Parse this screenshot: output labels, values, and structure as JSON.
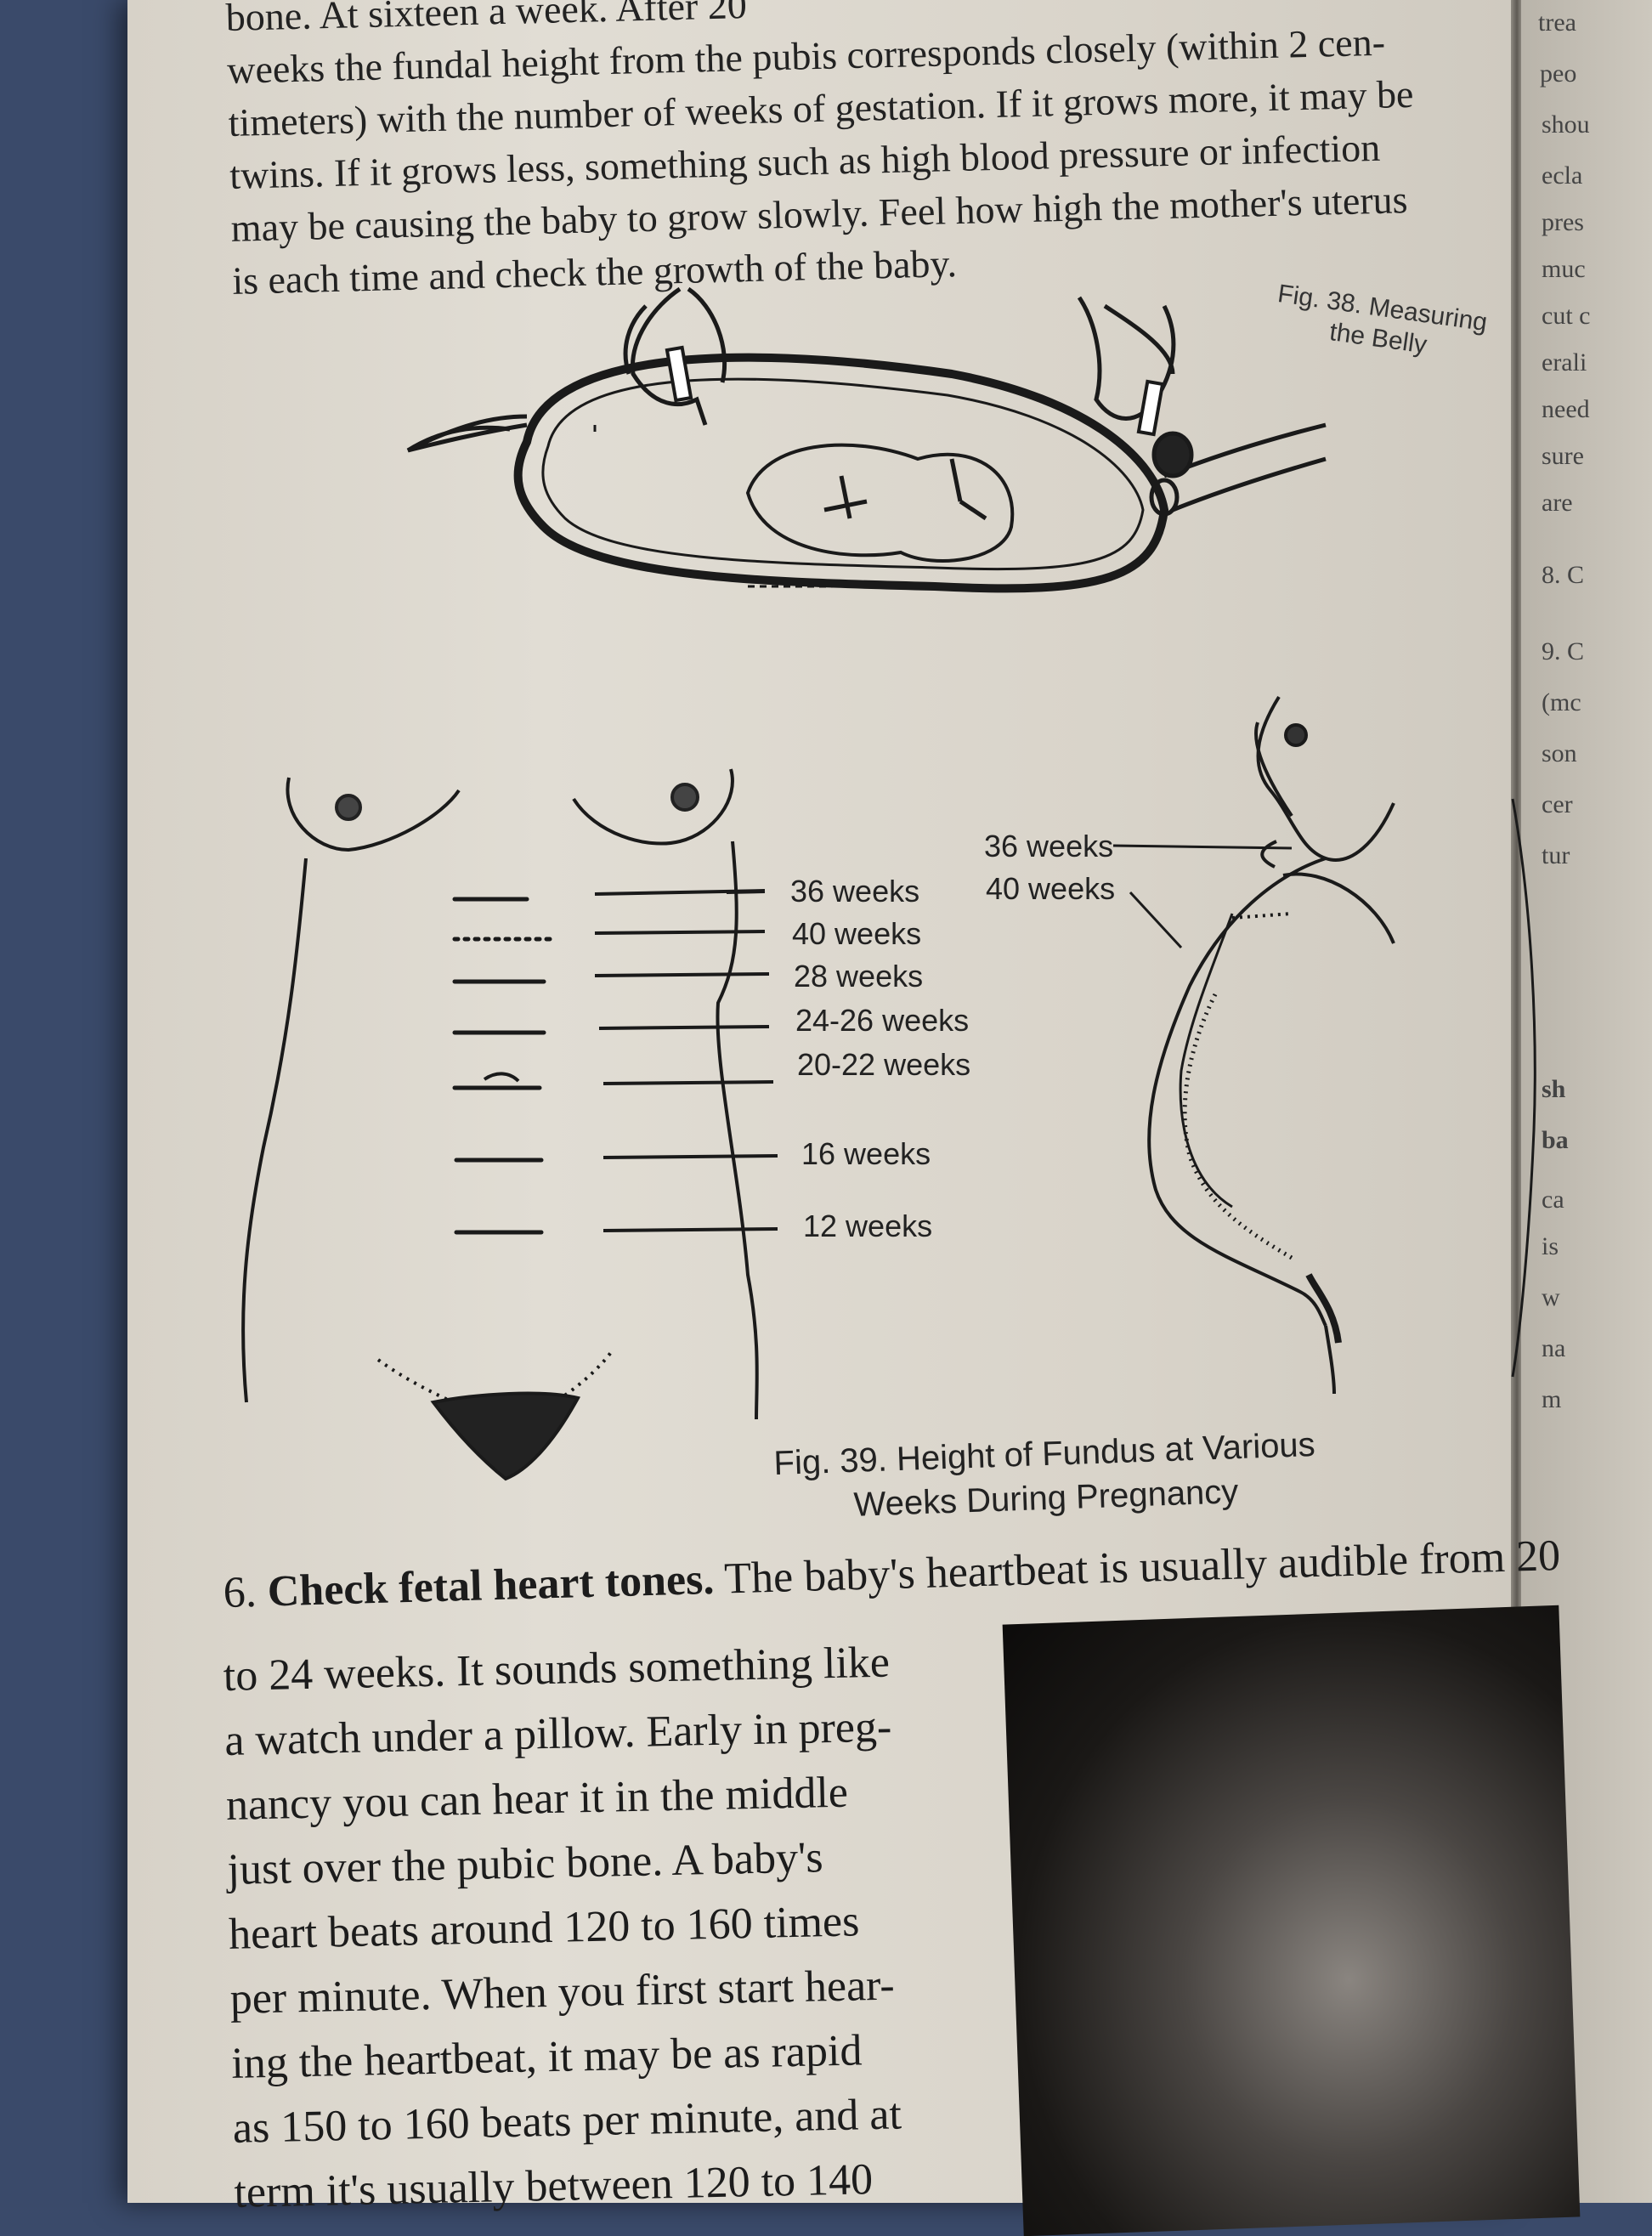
{
  "top_paragraph": {
    "lines": [
      "bone. At sixteen                                                         a week. After 20",
      "weeks the fundal height from the pubis corresponds closely (within 2 cen-",
      "timeters) with the number of weeks of gestation. If it grows more, it may be",
      "twins. If it grows less, something such as high blood pressure or infection",
      "may be causing the baby to grow slowly. Feel how high the mother's uterus",
      "is each time and check the growth of the baby."
    ]
  },
  "fig38": {
    "caption_line1": "Fig. 38. Measuring",
    "caption_line2": "the Belly"
  },
  "fig39": {
    "front_labels": [
      "36 weeks",
      "40 weeks",
      "28 weeks",
      "24-26 weeks",
      "20-22 weeks",
      "16 weeks",
      "12 weeks"
    ],
    "side_labels": [
      "36 weeks",
      "40 weeks"
    ],
    "caption_line1": "Fig. 39. Height of Fundus at Various",
    "caption_line2": "Weeks During Pregnancy"
  },
  "section6": {
    "number": "6.",
    "heading": "Check fetal heart tones.",
    "lead": " The baby's heartbeat is usually audible from 20",
    "lines": [
      "to 24 weeks. It sounds something like",
      "a watch under a pillow. Early in preg-",
      "nancy you can hear it in the middle",
      "just over the pubic bone. A baby's",
      "heart beats around 120 to 160 times",
      "per minute. When you first start hear-",
      "ing the heartbeat, it may be as rapid",
      "as 150 to 160 beats per minute, and at",
      "term it's usually between 120 to 140"
    ]
  },
  "right_page_fragments": [
    "trea",
    "peo",
    "shou",
    "ecla",
    "pres",
    "muc",
    "cut c",
    "erali",
    "need",
    "sure",
    "are",
    "8. C",
    "9. C",
    "(mc",
    "son",
    "cer",
    "tur",
    "sh",
    "ba",
    "ca",
    "is",
    "w",
    "na",
    "m"
  ]
}
